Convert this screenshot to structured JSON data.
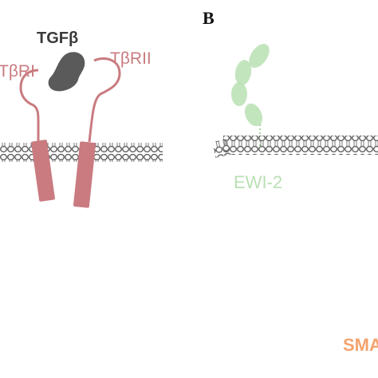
{
  "panels": [
    {
      "letter": "",
      "labels": {
        "ligand": "TGFβ",
        "receptor_1": "TβRI",
        "receptor_2": "TβRII"
      },
      "colors": {
        "receptor": "#c97b80",
        "ligand": "#5a5a5a",
        "membrane": "#666666"
      }
    },
    {
      "letter": "B",
      "labels": {
        "protein": "EWI-2"
      },
      "colors": {
        "protein": "#b9e0b3",
        "membrane": "#666666"
      }
    }
  ],
  "footer_label": "SMA",
  "footer_color": "#f4a36d"
}
